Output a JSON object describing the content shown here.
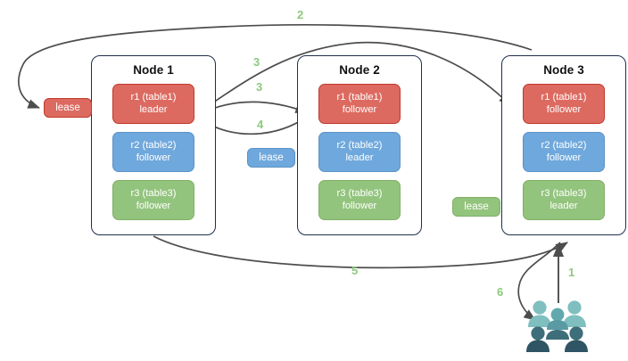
{
  "diagram": {
    "title": "Distributed database node replication and lease diagram",
    "colors": {
      "red": "#dd6a60",
      "red_border": "#c0392b",
      "blue": "#6fa8dc",
      "blue_border": "#5b93c7",
      "green": "#93c47d",
      "green_border": "#7fb067",
      "node_border": "#1f2f4d",
      "arrow": "#4d4d4d",
      "step_label": "#8cc97e",
      "people_light": "#7fbfbf",
      "people_mid": "#5a9ba3",
      "people_dark": "#3d6e7a",
      "people_darkest": "#2f5463"
    },
    "nodes": [
      {
        "id": "node-1",
        "title": "Node 1",
        "replicas": [
          {
            "id": "n1-r1",
            "name": "r1 (table1)",
            "role": "leader",
            "color": "red"
          },
          {
            "id": "n1-r2",
            "name": "r2 (table2)",
            "role": "follower",
            "color": "blue"
          },
          {
            "id": "n1-r3",
            "name": "r3 (table3)",
            "role": "follower",
            "color": "green"
          }
        ]
      },
      {
        "id": "node-2",
        "title": "Node 2",
        "replicas": [
          {
            "id": "n2-r1",
            "name": "r1 (table1)",
            "role": "follower",
            "color": "red"
          },
          {
            "id": "n2-r2",
            "name": "r2 (table2)",
            "role": "leader",
            "color": "blue"
          },
          {
            "id": "n2-r3",
            "name": "r3 (table3)",
            "role": "follower",
            "color": "green"
          }
        ]
      },
      {
        "id": "node-3",
        "title": "Node 3",
        "replicas": [
          {
            "id": "n3-r1",
            "name": "r1 (table1)",
            "role": "follower",
            "color": "red"
          },
          {
            "id": "n3-r2",
            "name": "r2 (table2)",
            "role": "follower",
            "color": "blue"
          },
          {
            "id": "n3-r3",
            "name": "r3 (table3)",
            "role": "leader",
            "color": "green"
          }
        ]
      }
    ],
    "leases": [
      {
        "id": "lease-table1",
        "label": "lease",
        "color": "red"
      },
      {
        "id": "lease-table2",
        "label": "lease",
        "color": "blue"
      },
      {
        "id": "lease-table3",
        "label": "lease",
        "color": "green"
      }
    ],
    "steps": [
      {
        "id": "step-1",
        "label": "1"
      },
      {
        "id": "step-2",
        "label": "2"
      },
      {
        "id": "step-3a",
        "label": "3"
      },
      {
        "id": "step-3b",
        "label": "3"
      },
      {
        "id": "step-4",
        "label": "4"
      },
      {
        "id": "step-5",
        "label": "5"
      },
      {
        "id": "step-6",
        "label": "6"
      }
    ],
    "actors": {
      "client_group": "users-group-icon"
    }
  }
}
